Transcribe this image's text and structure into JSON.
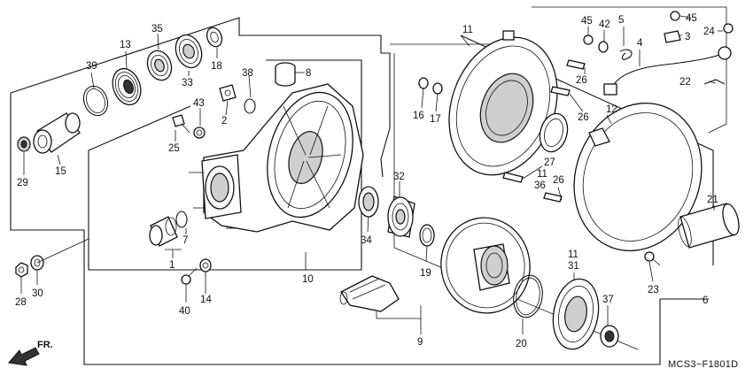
{
  "diagram": {
    "code": "MCS3−F1801D",
    "front_label": "FR.",
    "part_labels": [
      "45",
      "42",
      "5",
      "45",
      "3",
      "24",
      "4",
      "11",
      "22",
      "12",
      "26",
      "16",
      "17",
      "26",
      "27",
      "11",
      "36",
      "26",
      "21",
      "23",
      "6",
      "13",
      "35",
      "39",
      "18",
      "33",
      "38",
      "8",
      "43",
      "2",
      "25",
      "29",
      "15",
      "32",
      "7",
      "34",
      "19",
      "1",
      "10",
      "11",
      "31",
      "37",
      "30",
      "28",
      "40",
      "14",
      "9",
      "20"
    ]
  }
}
